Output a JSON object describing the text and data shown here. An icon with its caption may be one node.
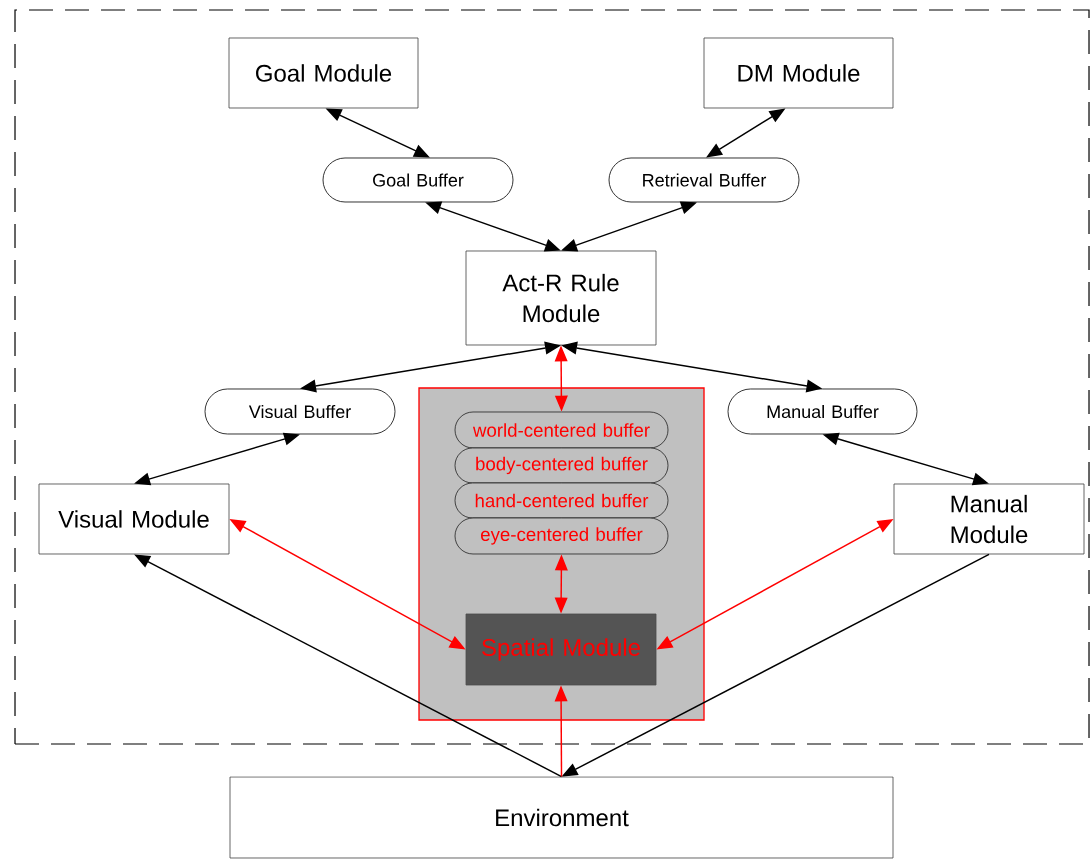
{
  "diagram": {
    "nodes": [
      {
        "text": [],
        "shape": "box"
      },
      {
        "text": [
          "Goal Module"
        ],
        "in": 0
      },
      {
        "text": [
          "DM Module"
        ],
        "in": 0
      },
      {
        "text": [
          "Goal Buffer"
        ],
        "in": 0
      },
      {
        "text": [
          "Retrieval Buffer"
        ],
        "in": 0
      },
      {
        "text": [
          "Act-R Rule Module"
        ],
        "in": 0
      },
      {
        "text": [
          "Visual Buffer"
        ],
        "in": 0
      },
      {
        "text": [],
        "shape": "box",
        "in": 0
      },
      {
        "text": [
          "Manual Buffer"
        ],
        "in": 0
      },
      {
        "text": [
          "world-centered buffer"
        ],
        "in": 7
      },
      {
        "text": [
          "body-centered buffer"
        ],
        "in": 7
      },
      {
        "text": [
          "hand-centered buffer"
        ],
        "in": 7
      },
      {
        "text": [
          "eye-centered buffer"
        ],
        "in": 7
      },
      {
        "text": [
          "Visual Module"
        ],
        "in": 0
      },
      {
        "text": [
          "Manual Module"
        ],
        "in": 0
      },
      {
        "text": [
          "Spatial Module"
        ],
        "in": 7
      },
      {
        "text": [
          "Environment"
        ]
      }
    ],
    "edges": [
      {
        "from": 1,
        "to": 3,
        "arrow": "both"
      },
      {
        "from": 2,
        "to": 4,
        "arrow": "both"
      },
      {
        "from": 3,
        "to": 5,
        "arrow": "both"
      },
      {
        "from": 4,
        "to": 5,
        "arrow": "both"
      },
      {
        "from": 5,
        "to": 6,
        "arrow": "both"
      },
      {
        "from": 5,
        "to": 8,
        "arrow": "both"
      },
      {
        "from": 5,
        "to": 9,
        "arrow": "both",
        "color": "#ff0000"
      },
      {
        "from": 6,
        "to": 13,
        "arrow": "both"
      },
      {
        "from": 8,
        "to": 14,
        "arrow": "both"
      },
      {
        "from": 13,
        "to": 15,
        "arrow": "both",
        "color": "#ff0000"
      },
      {
        "from": 14,
        "to": 15,
        "arrow": "both",
        "color": "#ff0000"
      },
      {
        "from": 12,
        "to": 15,
        "arrow": "both",
        "color": "#ff0000"
      },
      {
        "from": 16,
        "to": 13,
        "arrow": "to"
      },
      {
        "from": 14,
        "to": 16,
        "arrow": "to"
      },
      {
        "from": 16,
        "to": 15,
        "arrow": "to",
        "color": "#ff0000"
      }
    ]
  }
}
